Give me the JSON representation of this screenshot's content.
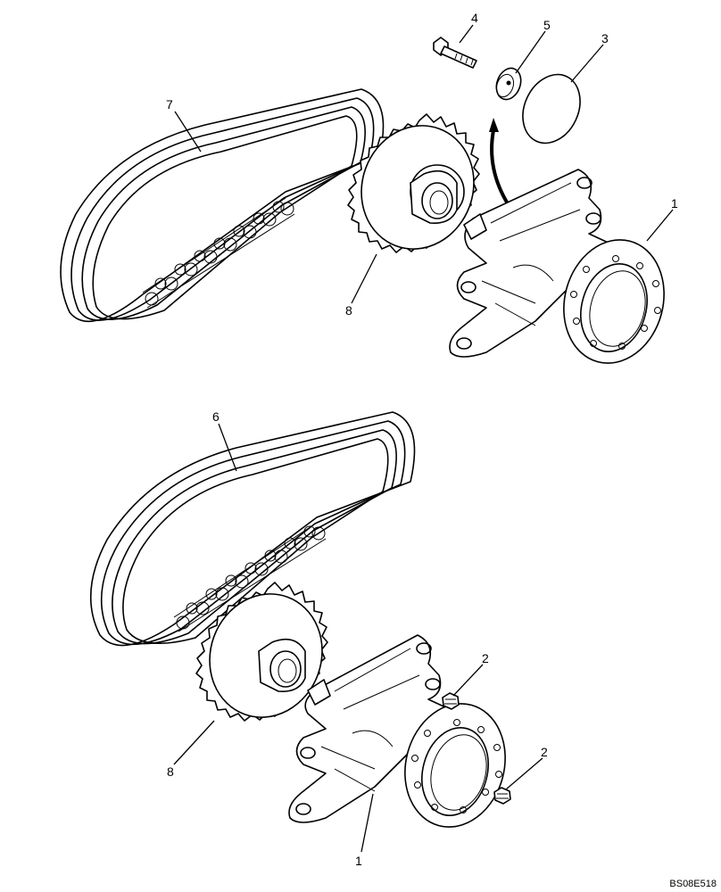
{
  "callouts": {
    "c1_top": "1",
    "c1_bottom": "1",
    "c2_a": "2",
    "c2_b": "2",
    "c3": "3",
    "c4": "4",
    "c5": "5",
    "c6": "6",
    "c7": "7",
    "c8_top": "8",
    "c8_bottom": "8"
  },
  "drawing_code": "BS08E518"
}
